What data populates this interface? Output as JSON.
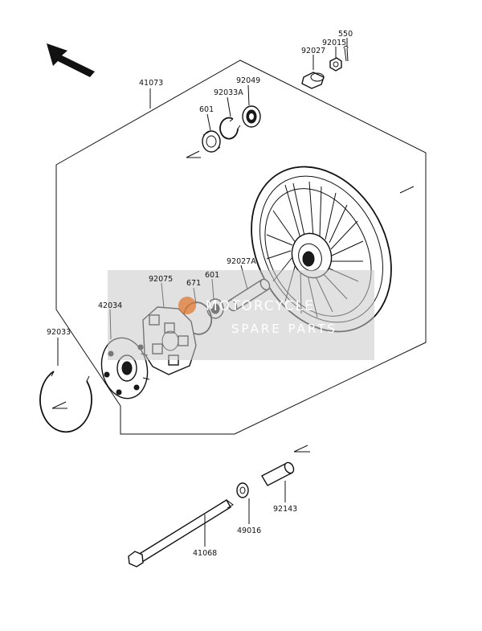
{
  "labels": {
    "p41073": "41073",
    "p92033a": "92033A",
    "p92049": "92049",
    "p601_top": "601",
    "p92027": "92027",
    "p92015": "92015",
    "p550": "550",
    "p92027a": "92027A",
    "p92075": "92075",
    "p671": "671",
    "p601_mid": "601",
    "p42034": "42034",
    "p92033": "92033",
    "p92143": "92143",
    "p49016": "49016",
    "p41068": "41068"
  },
  "watermark": {
    "brand": "MOTORCYCLE",
    "tagline": "SPARE PARTS"
  },
  "colors": {
    "line": "#111111",
    "watermark_box": "#c8c8c8",
    "watermark_accent": "#e07830"
  }
}
